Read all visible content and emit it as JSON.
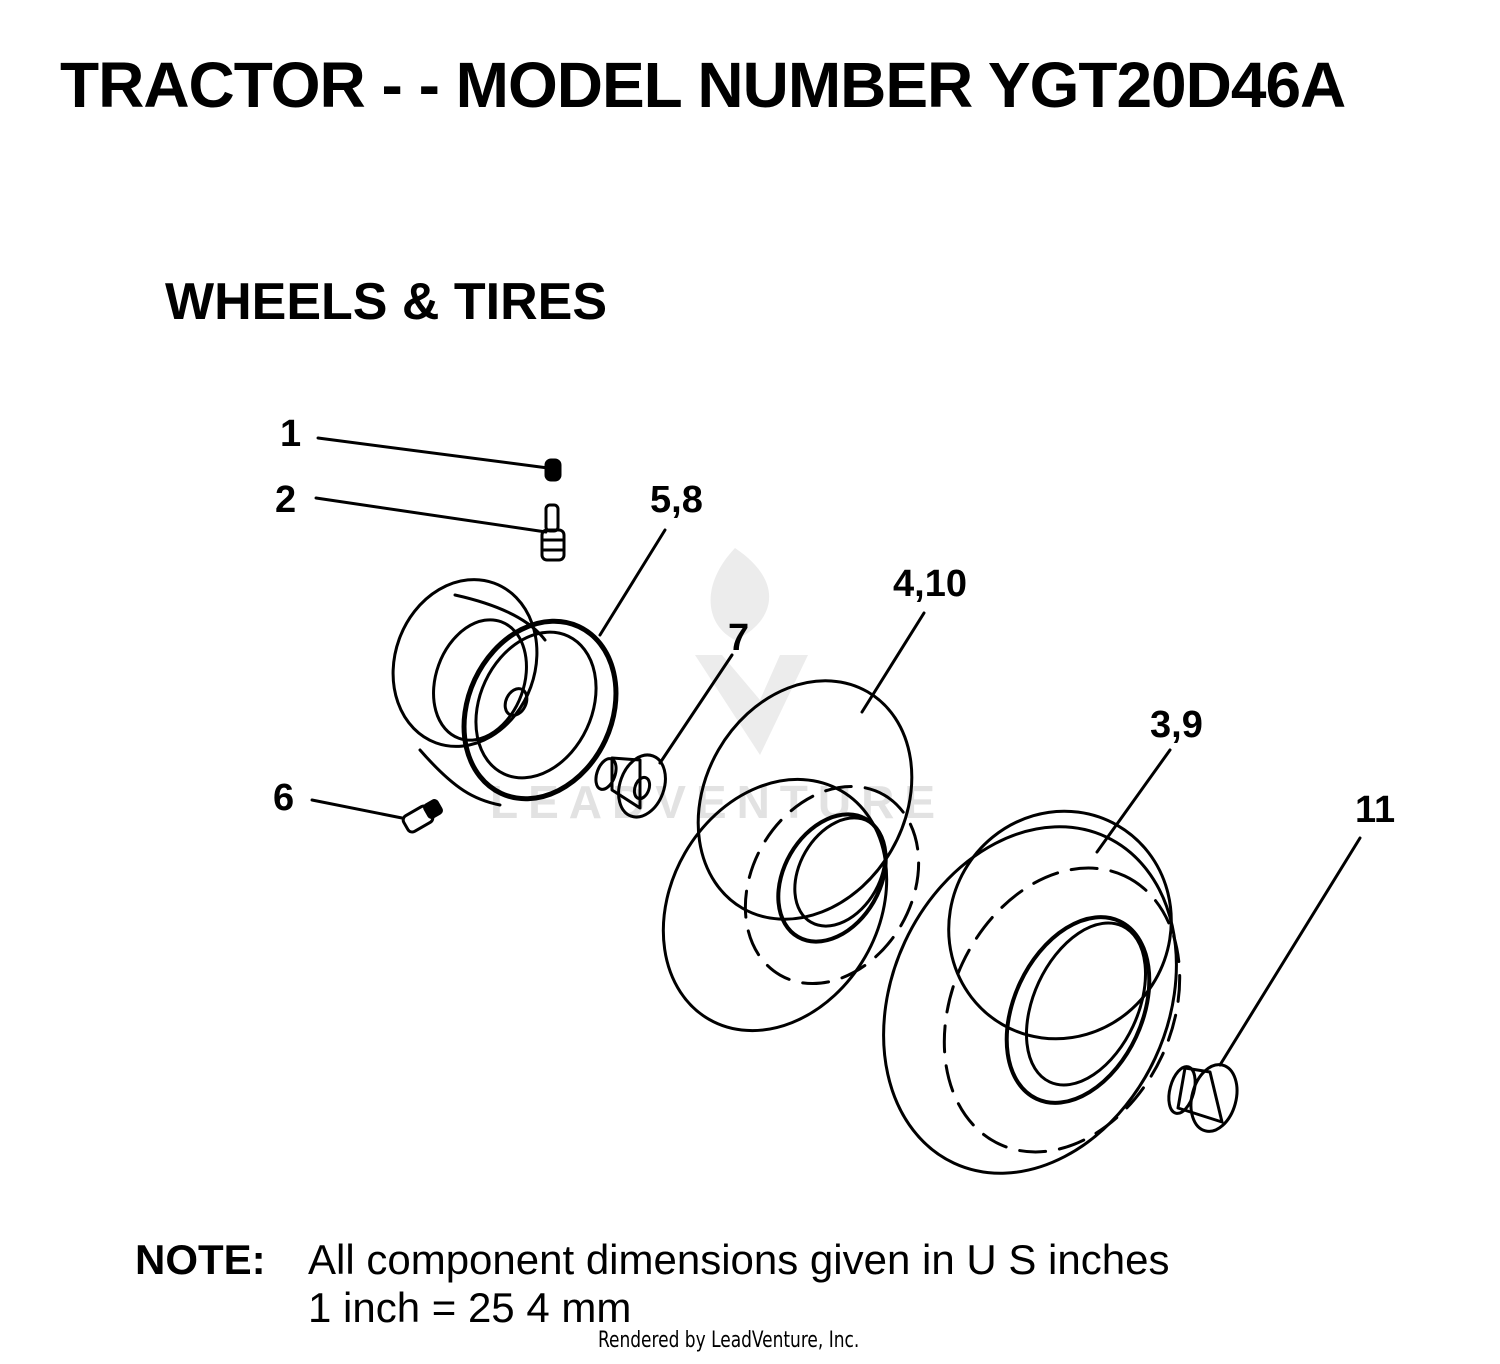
{
  "title": "TRACTOR - - MODEL NUMBER YGT20D46A",
  "section_title": "WHEELS & TIRES",
  "callouts": {
    "c1": "1",
    "c2": "2",
    "c58": "5,8",
    "c7": "7",
    "c410": "4,10",
    "c39": "3,9",
    "c6": "6",
    "c11": "11"
  },
  "watermark": {
    "text": "LEADVENTURE",
    "color": "#e2e2e2",
    "icon": "leadventure-flame-logo"
  },
  "note": {
    "label": "NOTE:",
    "line1": "All component dimensions given in U S  inches",
    "line2": "1 inch = 25 4 mm"
  },
  "footer": "Rendered by LeadVenture, Inc."
}
